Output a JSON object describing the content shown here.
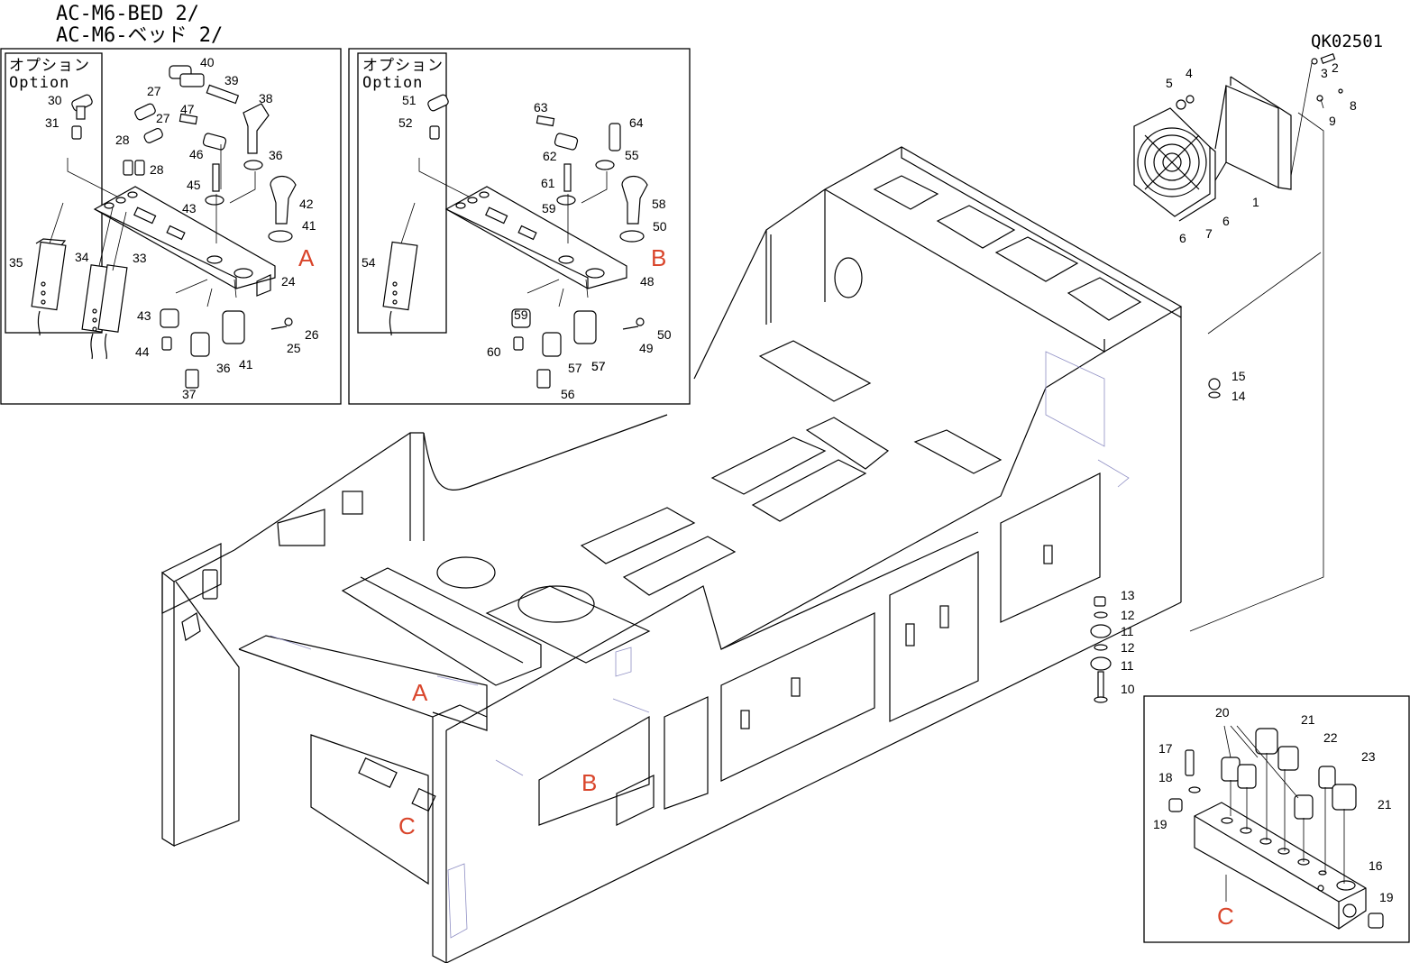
{
  "title": {
    "line1": "AC-M6-BED 2/",
    "line2": "AC-M6-ベッド 2/"
  },
  "drawing_code": "QK02501",
  "option_label": {
    "jp": "オプション",
    "en": "Option"
  },
  "callouts": [
    "A",
    "B",
    "C"
  ],
  "part_numbers": [
    "1",
    "2",
    "3",
    "4",
    "5",
    "6",
    "7",
    "8",
    "9",
    "10",
    "11",
    "12",
    "13",
    "14",
    "15",
    "16",
    "17",
    "18",
    "19",
    "20",
    "21",
    "22",
    "23",
    "24",
    "25",
    "26",
    "27",
    "28",
    "30",
    "31",
    "33",
    "34",
    "35",
    "36",
    "37",
    "38",
    "39",
    "40",
    "41",
    "42",
    "43",
    "44",
    "45",
    "46",
    "47",
    "48",
    "49",
    "50",
    "51",
    "52",
    "54",
    "55",
    "56",
    "57",
    "58",
    "59",
    "60",
    "61",
    "62",
    "63",
    "64"
  ]
}
